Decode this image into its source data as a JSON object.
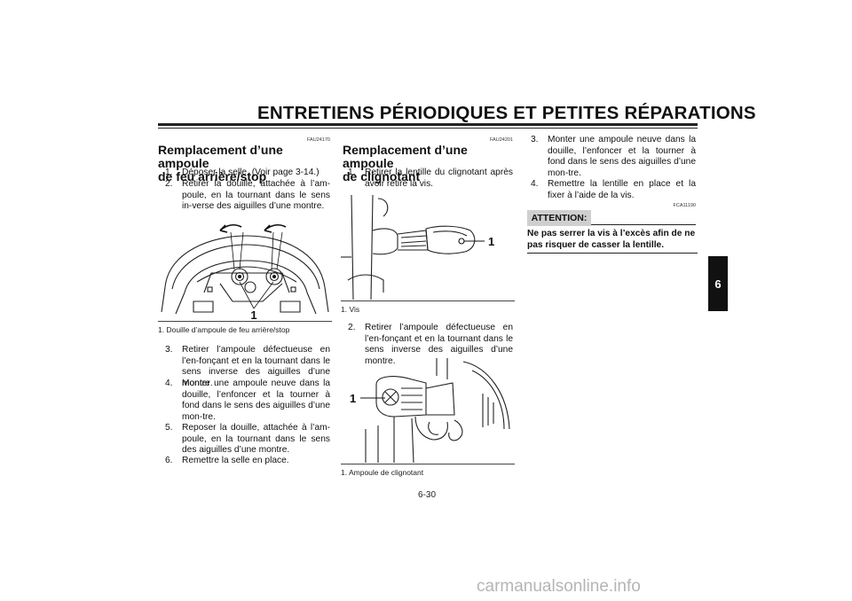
{
  "header": {
    "title": "ENTRETIENS PÉRIODIQUES ET PETITES RÉPARATIONS"
  },
  "col1": {
    "code": "FAU24170",
    "title_lines": [
      "Remplacement d’une ampoule",
      "de feu arrière/stop"
    ],
    "steps_a": [
      {
        "n": "1.",
        "text": "Déposer la selle. (Voir page 3-14.)"
      },
      {
        "n": "2.",
        "text": "Retirer la douille, attachée à l’am-poule, en la tournant dans le sens in-verse des aiguilles d’une montre."
      }
    ],
    "figure": {
      "callout": "1",
      "caption": "1. Douille d’ampoule de feu arrière/stop"
    },
    "steps_b": [
      {
        "n": "3.",
        "text": "Retirer l’ampoule défectueuse en l’en-fonçant et en la tournant dans le sens inverse des aiguilles d’une montre."
      },
      {
        "n": "4.",
        "text": "Monter une ampoule neuve dans la douille, l’enfoncer et la tourner à fond dans le sens des aiguilles d’une mon-tre."
      },
      {
        "n": "5.",
        "text": "Reposer la douille, attachée à l’am-poule, en la tournant dans le sens des aiguilles d’une montre."
      },
      {
        "n": "6.",
        "text": "Remettre la selle en place."
      }
    ]
  },
  "col2": {
    "code": "FAU24201",
    "title_lines": [
      "Remplacement d’une ampoule",
      "de clignotant"
    ],
    "steps_a": [
      {
        "n": "1.",
        "text": "Retirer la lentille du clignotant après avoir retiré la vis."
      }
    ],
    "figure1": {
      "callout": "1",
      "caption": "1. Vis"
    },
    "steps_b": [
      {
        "n": "2.",
        "text": "Retirer l’ampoule défectueuse en l’en-fonçant et en la tournant dans le sens inverse des aiguilles d’une montre."
      }
    ],
    "figure2": {
      "callout": "1",
      "caption": "1. Ampoule de clignotant"
    }
  },
  "col3": {
    "steps": [
      {
        "n": "3.",
        "text": "Monter une ampoule neuve dans la douille, l’enfoncer et la tourner à fond dans le sens des aiguilles d’une mon-tre."
      },
      {
        "n": "4.",
        "text": "Remettre la lentille en place et la fixer à l’aide de la vis."
      }
    ],
    "attention_label": "ATTENTION:",
    "attention_code": "FCA11190",
    "attention_text": "Ne pas serrer la vis à l’excès afin de ne pas risquer de casser la lentille."
  },
  "side_tab": "6",
  "page_number": "6-30",
  "watermark": "carmanualsonline.info"
}
